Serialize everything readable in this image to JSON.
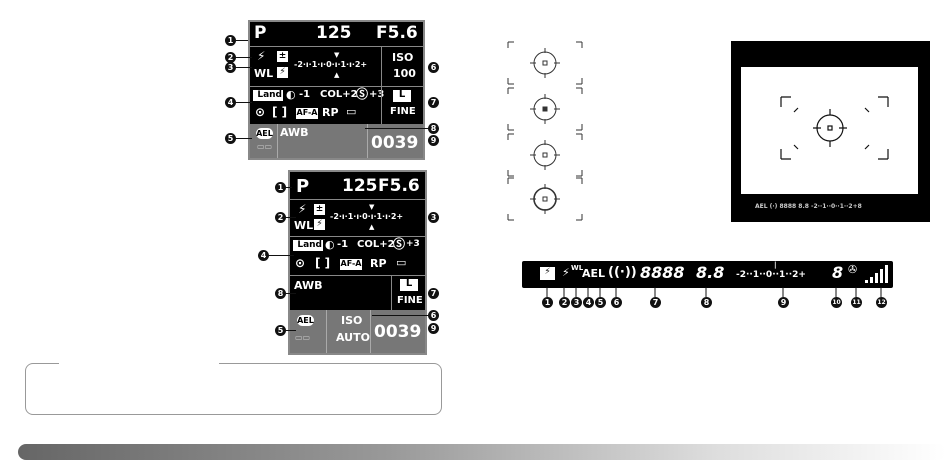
{
  "lcd_top": {
    "mode": "P",
    "shutter": "125",
    "aperture": "F5.6",
    "wl": "WL",
    "scale": "-2·ı·1·ı·0·ı·1·ı·2+",
    "iso_label": "ISO",
    "iso_value": "100",
    "land": "Land",
    "contrast": "-1",
    "col": "COL+2",
    "sat": "+3",
    "afa": "AF-A",
    "rp": "RP",
    "size": "L",
    "quality": "FINE",
    "ael": "AEL",
    "wb": "AWB",
    "frames": "0039"
  },
  "lcd_bottom": {
    "mode": "P",
    "shutter": "125",
    "aperture": "F5.6",
    "wl": "WL",
    "scale": "-2·ı·1·ı·0·ı·1·ı·2+",
    "land": "Land",
    "contrast": "-1",
    "col": "COL+2",
    "sat": "+3",
    "afa": "AF-A",
    "rp": "RP",
    "wb": "AWB",
    "size": "L",
    "quality": "FINE",
    "ael": "AEL",
    "iso_label": "ISO",
    "iso_value": "AUTO",
    "frames": "0039"
  },
  "callouts_top_left": [
    "1",
    "2",
    "3",
    "4",
    "5"
  ],
  "callouts_top_right": [
    "6",
    "7",
    "8",
    "9"
  ],
  "callouts_bottom_left": [
    "1",
    "2",
    "4",
    "8",
    "5"
  ],
  "callouts_bottom_right": [
    "3",
    "7",
    "6",
    "9"
  ],
  "viewfinder": {
    "status_line": "AEL (·) 8888 8.8 -2··1··0··1··2+8"
  },
  "strip": {
    "ael": "AEL",
    "digits": "8888",
    "aperture": "8.8",
    "scale": "-2··1··0··1··2+",
    "last": "8",
    "callouts": [
      "1",
      "2",
      "3",
      "4",
      "5",
      "6",
      "7",
      "8",
      "9",
      "10",
      "11",
      "12"
    ]
  },
  "colors": {
    "lcd_bg": "#000000",
    "lcd_text": "#ffffff",
    "panel_gray": "#777777",
    "bar_start": "#666666",
    "bar_end": "#ffffff"
  }
}
